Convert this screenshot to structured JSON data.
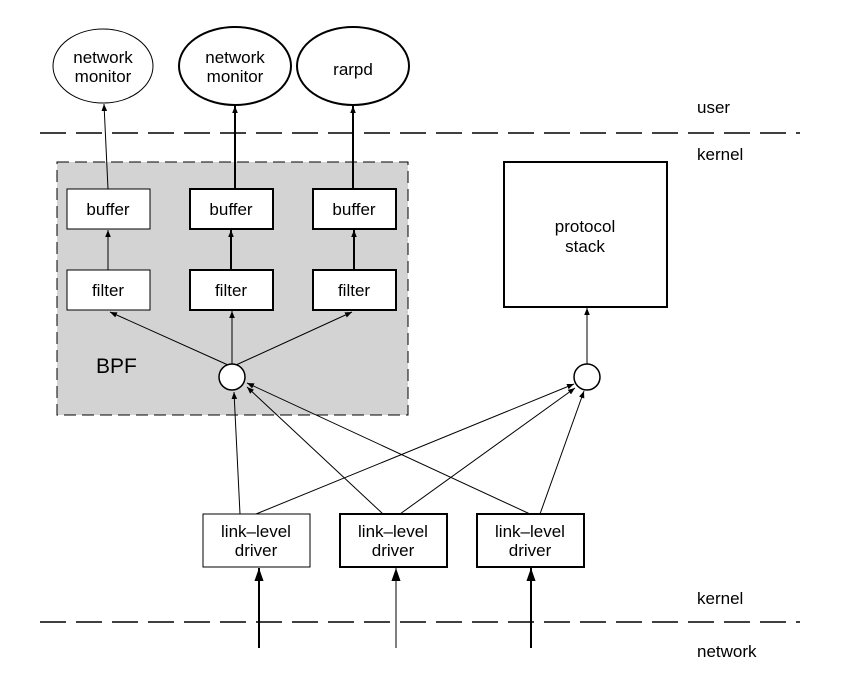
{
  "processes": [
    {
      "line1": "network",
      "line2": "monitor"
    },
    {
      "line1": "network",
      "line2": "monitor"
    },
    {
      "line1": "rarpd",
      "line2": ""
    }
  ],
  "buffers": [
    "buffer",
    "buffer",
    "buffer"
  ],
  "filters": [
    "filter",
    "filter",
    "filter"
  ],
  "bpf_label": "BPF",
  "protocol_stack": {
    "line1": "protocol",
    "line2": "stack"
  },
  "drivers": [
    {
      "line1": "link–level",
      "line2": "driver"
    },
    {
      "line1": "link–level",
      "line2": "driver"
    },
    {
      "line1": "link–level",
      "line2": "driver"
    }
  ],
  "layers": {
    "user": "user",
    "kernel_top": "kernel",
    "kernel_bottom": "kernel",
    "network": "network"
  },
  "colors": {
    "bpf_region_fill": "#d3d3d3",
    "line": "#000000",
    "background": "#ffffff"
  }
}
